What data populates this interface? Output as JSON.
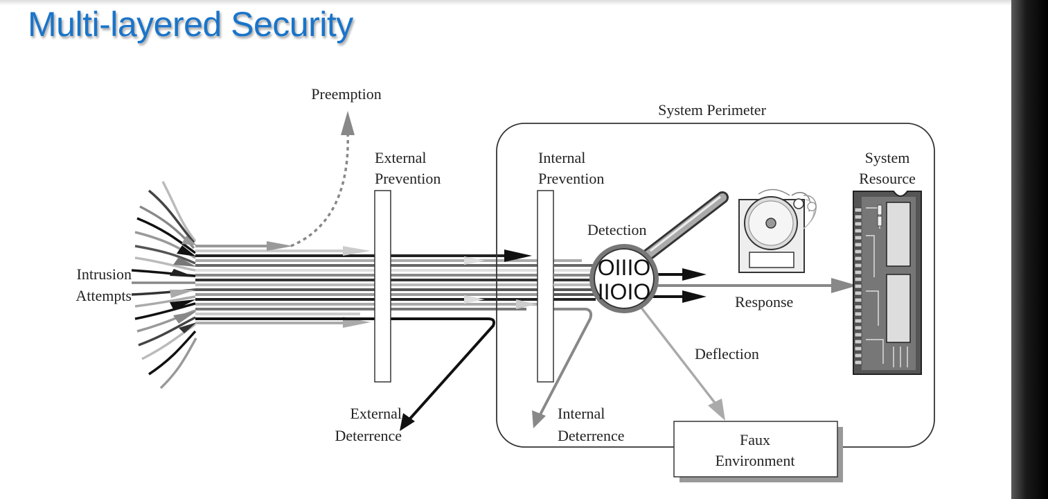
{
  "slide": {
    "title": "Multi-layered Security"
  },
  "diagram": {
    "labels": {
      "intrusion_1": "Intrusion",
      "intrusion_2": "Attempts",
      "preemption": "Preemption",
      "ext_prev_1": "External",
      "ext_prev_2": "Prevention",
      "ext_det_1": "External",
      "ext_det_2": "Deterrence",
      "perimeter": "System Perimeter",
      "int_prev_1": "Internal",
      "int_prev_2": "Prevention",
      "int_det_1": "Internal",
      "int_det_2": "Deterrence",
      "detection": "Detection",
      "binary_1": "OIIIO",
      "binary_2": "IIOIO",
      "response": "Response",
      "deflection": "Deflection",
      "resource_1": "System",
      "resource_2": "Resource",
      "faux_1": "Faux",
      "faux_2": "Environment"
    }
  }
}
